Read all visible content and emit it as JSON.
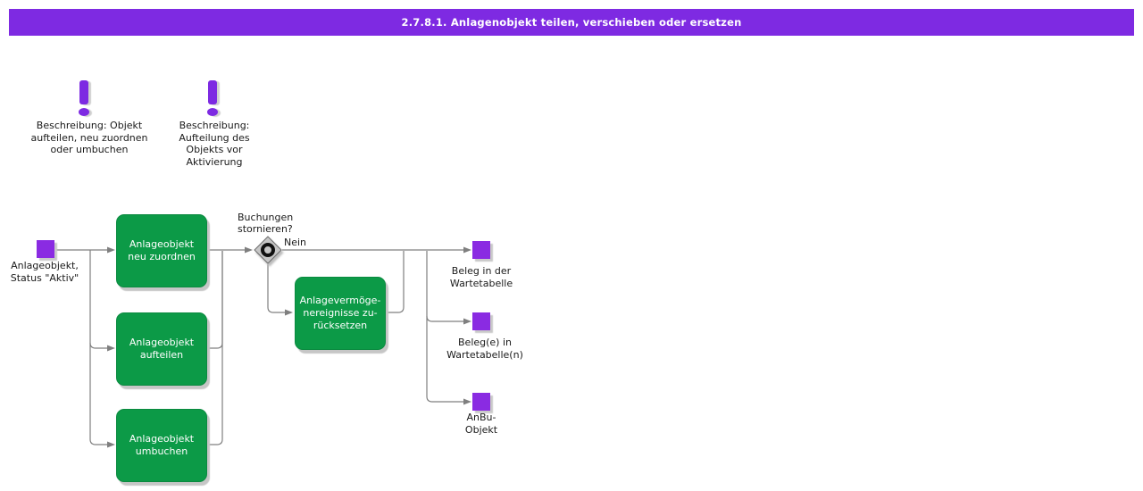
{
  "banner": {
    "title": "2.7.8.1. Anlagenobjekt teilen, verschieben oder ersetzen"
  },
  "notes": [
    {
      "text": "Beschreibung: Objekt\naufteilen, neu zuordnen\noder umbuchen"
    },
    {
      "text": "Beschreibung:\nAufteilung des\nObjekts vor\nAktivierung"
    }
  ],
  "events": {
    "start": {
      "label": "Anlageobjekt,\nStatus \"Aktiv\""
    },
    "out1": {
      "label": "Beleg in der\nWartetabelle"
    },
    "out2": {
      "label": "Beleg(e) in\nWartetabelle(n)"
    },
    "out3": {
      "label": "AnBu-\nObjekt"
    }
  },
  "tasks": {
    "reassign": {
      "label": "Anlageobjekt\nneu zuordnen"
    },
    "split": {
      "label": "Anlageobjekt\naufteilen"
    },
    "transfer": {
      "label": "Anlageobjekt\numbuchen"
    },
    "reset": {
      "label": "Anlagevermöge-\nnereignisse zu-\nrücksetzen"
    }
  },
  "decision": {
    "question": "Buchungen\nstornieren?",
    "branch_label": "Nein"
  },
  "colors": {
    "banner": "#7e2ae2",
    "event": "#8a2be2",
    "task": "#0c9a47",
    "connector": "#7f7f7f",
    "gateway_fill": "#c6c6c6"
  }
}
